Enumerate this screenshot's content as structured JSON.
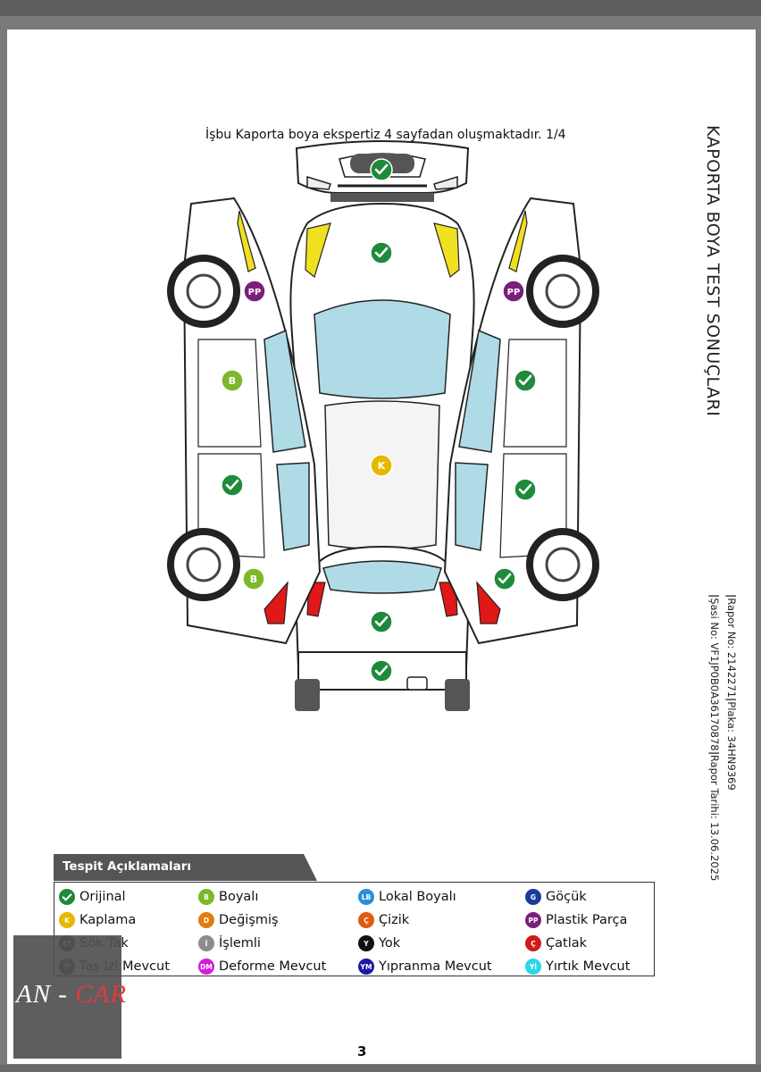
{
  "document": {
    "intro_text": "İşbu Kaporta boya ekspertiz 4 sayfadan oluşmaktadır. 1/4",
    "side_title": "KAPORTA BOYA TEST SONUÇLARI",
    "report_no": "Rapor No: 2142271",
    "plate": "Plaka: 34HN9369",
    "chassis_no": "Şasi No: VF1JP0B0A36170878",
    "report_date": "Rapor Tarihi: 13.06.2025",
    "page_number": "3"
  },
  "legend": {
    "title": "Tespit Açıklamaları",
    "items": [
      {
        "code": "",
        "label": "Orijinal",
        "color": "#1e8a3a"
      },
      {
        "code": "B",
        "label": "Boyalı",
        "color": "#7bb82a"
      },
      {
        "code": "LB",
        "label": "Lokal Boyalı",
        "color": "#2a8ed6"
      },
      {
        "code": "G",
        "label": "Göçük",
        "color": "#1a3d9a"
      },
      {
        "code": "K",
        "label": "Kaplama",
        "color": "#e6b800"
      },
      {
        "code": "D",
        "label": "Değişmiş",
        "color": "#e07d10"
      },
      {
        "code": "Ç",
        "label": "Çizik",
        "color": "#e05a10"
      },
      {
        "code": "PP",
        "label": "Plastik Parça",
        "color": "#7a1f7a"
      },
      {
        "code": "ST",
        "label": "Sök Tak",
        "color": "#1f4d1f"
      },
      {
        "code": "İ",
        "label": "İşlemli",
        "color": "#8c8c8c"
      },
      {
        "code": "Y",
        "label": "Yok",
        "color": "#111111"
      },
      {
        "code": "Ç",
        "label": "Çatlak",
        "color": "#d01a1a"
      },
      {
        "code": "Tİ",
        "label": "Taş İzi Mevcut",
        "color": "#3a4d1a"
      },
      {
        "code": "DM",
        "label": "Deforme Mevcut",
        "color": "#d61ad6"
      },
      {
        "code": "YM",
        "label": "Yıpranma Mevcut",
        "color": "#1a1aa6"
      },
      {
        "code": "Yİ",
        "label": "Yırtık Mevcut",
        "color": "#2ad6e6"
      }
    ]
  },
  "markers": {
    "hood": "ok",
    "roof": "K",
    "front_bumper": "ok",
    "tailgate": "ok",
    "rear_bumper": "ok",
    "left_front_fender": "PP",
    "left_front_door": "B",
    "left_rear_door": "ok",
    "left_rear_fender": "B",
    "right_front_fender": "PP",
    "right_front_door": "ok",
    "right_rear_door": "ok",
    "right_rear_fender": "ok"
  },
  "watermark": {
    "brand_left": "AN - ",
    "brand_right": "CAR"
  },
  "colors": {
    "original": "#1e8a3a",
    "painted": "#7bb82a",
    "coated": "#e6b800",
    "plastic": "#7a1f7a",
    "glass": "#aedbe6",
    "light_yellow": "#f0e020",
    "light_red": "#e01818"
  }
}
